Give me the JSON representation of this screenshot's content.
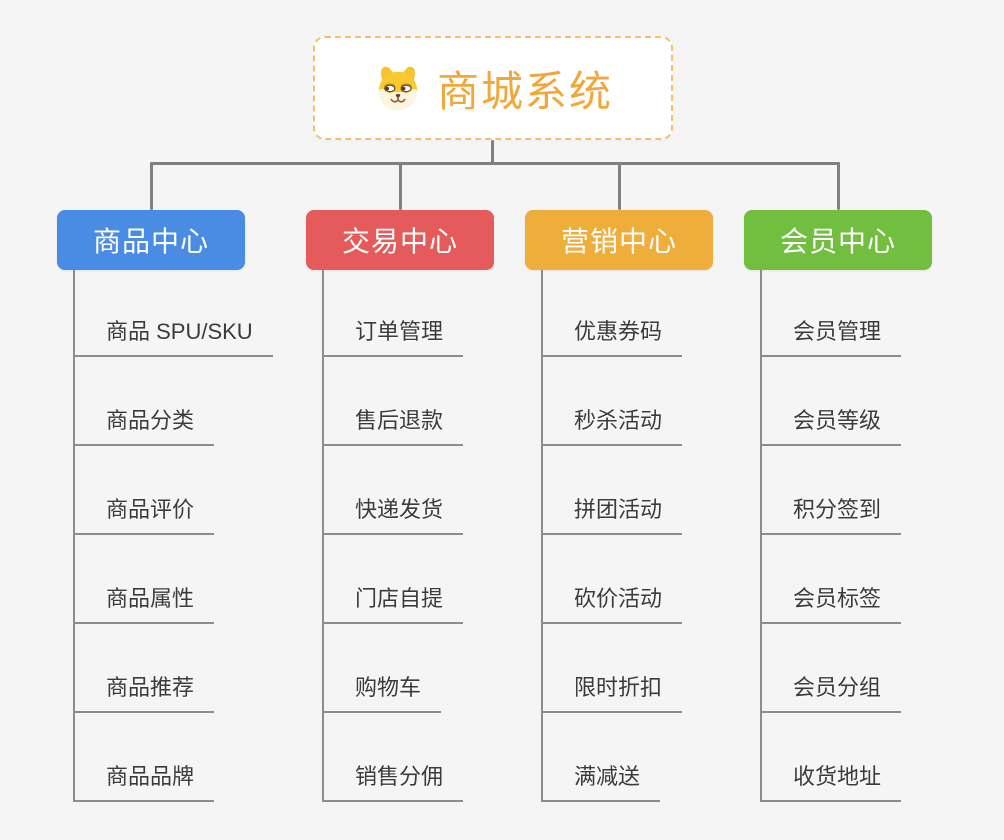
{
  "root": {
    "title": "商城系统",
    "icon": "shiba-dog-icon"
  },
  "theme": {
    "background": "#F5F5F6",
    "root_text_color": "#F0A83C",
    "root_border_color": "#F2C06B",
    "connector_color": "#808080",
    "leaf_line_color": "#8C8C8C",
    "leaf_text_color": "#3B3B3B"
  },
  "branches": [
    {
      "id": "product-center",
      "label": "商品中心",
      "color": "#4A8BE4",
      "children": [
        "商品 SPU/SKU",
        "商品分类",
        "商品评价",
        "商品属性",
        "商品推荐",
        "商品品牌"
      ]
    },
    {
      "id": "trade-center",
      "label": "交易中心",
      "color": "#E55B5B",
      "children": [
        "订单管理",
        "售后退款",
        "快递发货",
        "门店自提",
        "购物车",
        "销售分佣"
      ]
    },
    {
      "id": "marketing-center",
      "label": "营销中心",
      "color": "#EFAD3B",
      "children": [
        "优惠券码",
        "秒杀活动",
        "拼团活动",
        "砍价活动",
        "限时折扣",
        "满减送"
      ]
    },
    {
      "id": "member-center",
      "label": "会员中心",
      "color": "#72BE3F",
      "children": [
        "会员管理",
        "会员等级",
        "积分签到",
        "会员标签",
        "会员分组",
        "收货地址"
      ]
    }
  ]
}
